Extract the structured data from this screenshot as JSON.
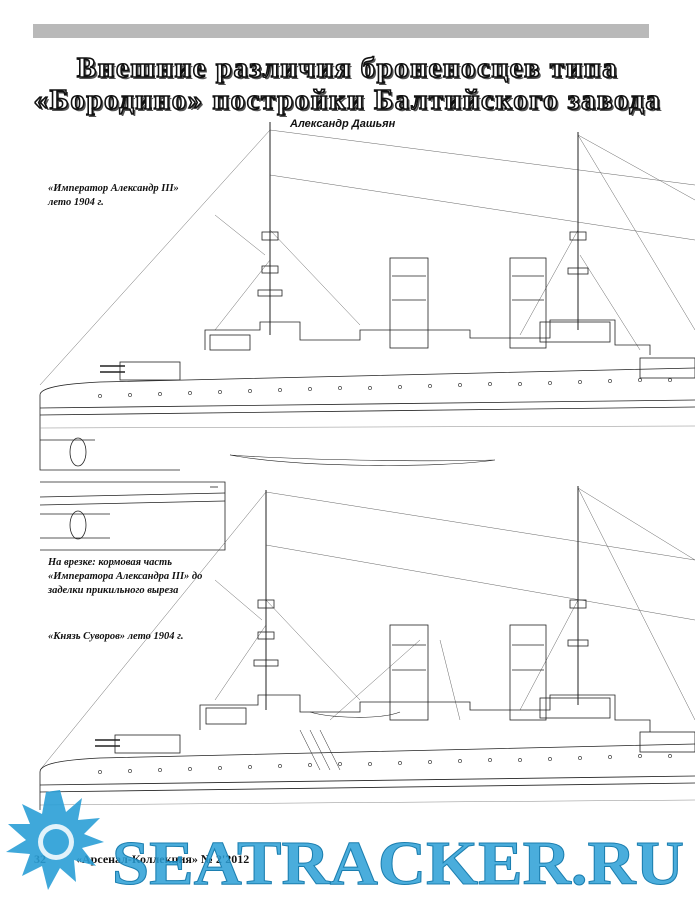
{
  "header": {
    "title_line1": "Внешние различия броненосцев типа",
    "title_line2": "«Бородино» постройки Балтийского завода",
    "author": "Александр Дашьян"
  },
  "captions": {
    "ship1_line1": "«Император Александр III»",
    "ship1_line2": "лето 1904 г.",
    "inset_line1": "На врезке: кормовая часть",
    "inset_line2": "«Императора Александра III» до",
    "inset_line3": "заделки прикильного выреза",
    "ship2": "«Князь Суворов» лето 1904 г."
  },
  "footer": {
    "page_number": "32",
    "journal": "«Арсенал-Коллекция» № 2'2012"
  },
  "watermark": {
    "text": "SEATRACKER.RU",
    "color": "#2a9fd6"
  }
}
